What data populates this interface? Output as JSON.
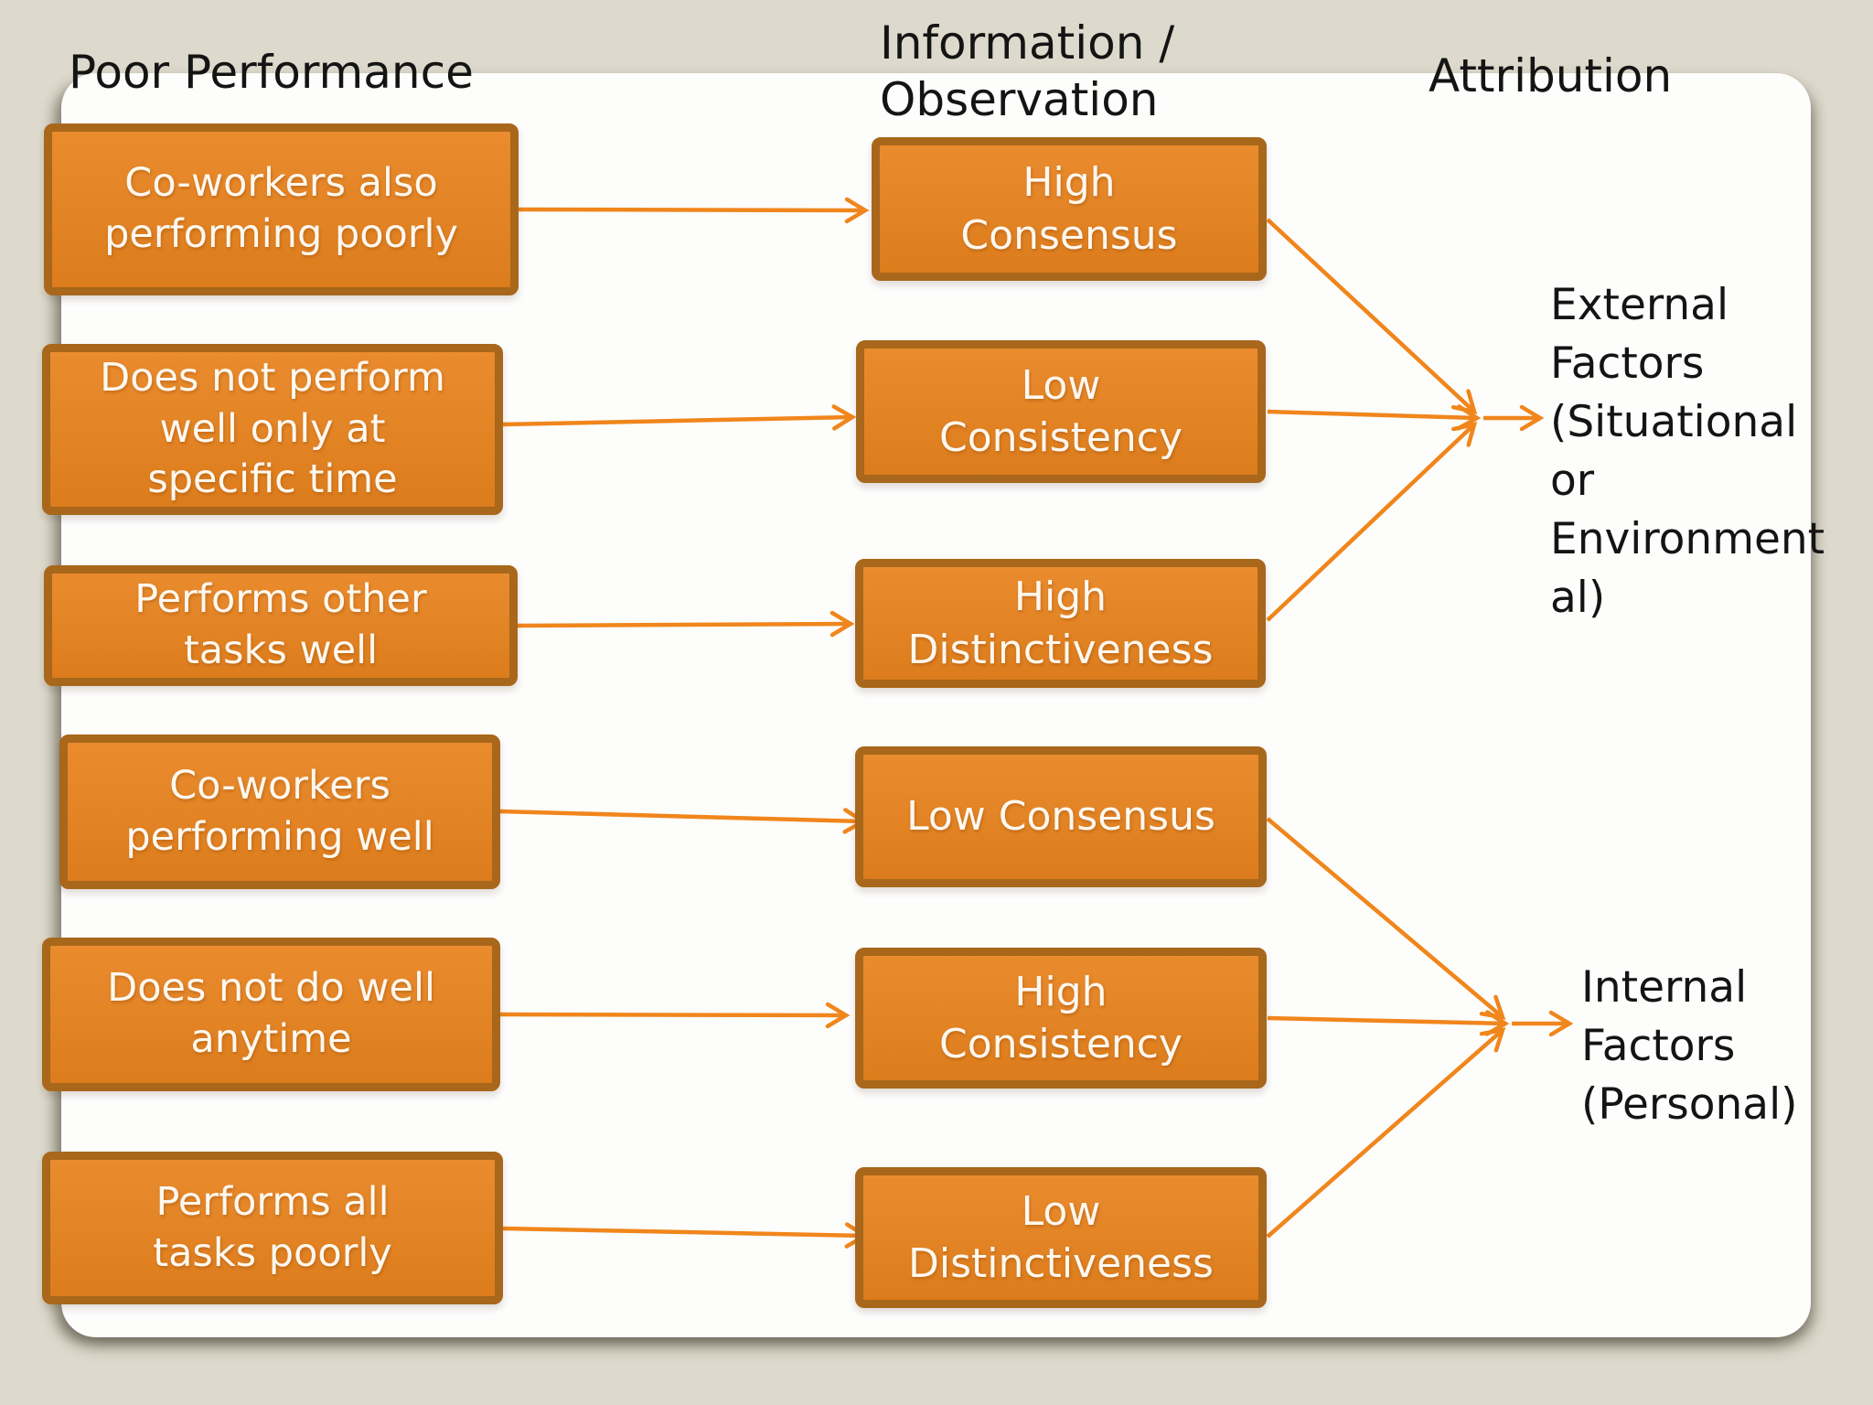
{
  "slide_title_columns": [
    {
      "header": "Poor Performance"
    },
    {
      "header": "Information / Observation",
      "header_lines": [
        "Information /",
        "Observation"
      ]
    },
    {
      "header": "Attribution"
    }
  ],
  "performance_boxes": [
    {
      "label": "Co-workers also performing poorly",
      "lines": [
        "Co-workers also",
        "performing poorly"
      ]
    },
    {
      "label": "Does not perform well only at specific time",
      "lines": [
        "Does not perform",
        "well only at",
        "specific time"
      ]
    },
    {
      "label": "Performs other tasks well",
      "lines": [
        "Performs other",
        "tasks well"
      ]
    },
    {
      "label": "Co-workers performing well",
      "lines": [
        "Co-workers",
        "performing well"
      ]
    },
    {
      "label": "Does not do well anytime",
      "lines": [
        "Does not do well",
        "anytime"
      ]
    },
    {
      "label": "Performs all tasks poorly",
      "lines": [
        "Performs all",
        "tasks poorly"
      ]
    }
  ],
  "information_boxes": [
    {
      "label": "High Consensus",
      "lines": [
        "High",
        "Consensus"
      ]
    },
    {
      "label": "Low Consistency",
      "lines": [
        "Low",
        "Consistency"
      ]
    },
    {
      "label": "High Distinctiveness",
      "lines": [
        "High",
        "Distinctiveness"
      ]
    },
    {
      "label": "Low Consensus",
      "lines": [
        "Low Consensus"
      ]
    },
    {
      "label": "High Consistency",
      "lines": [
        "High",
        "Consistency"
      ]
    },
    {
      "label": "Low Distinctiveness",
      "lines": [
        "Low",
        "Distinctiveness"
      ]
    }
  ],
  "attributions": [
    {
      "label": "External Factors (Situational or Environmental)",
      "lines": [
        "External",
        "Factors",
        "(Situational",
        "or",
        "Environment",
        "al)"
      ]
    },
    {
      "label": "Internal Factors (Personal)",
      "lines": [
        "Internal",
        "Factors",
        "(Personal)"
      ]
    }
  ],
  "connections": [
    {
      "from": "Co-workers also performing poorly",
      "to": "High Consensus"
    },
    {
      "from": "Does not perform well only at specific time",
      "to": "Low Consistency"
    },
    {
      "from": "Performs other tasks well",
      "to": "High Distinctiveness"
    },
    {
      "from": "Co-workers performing well",
      "to": "Low Consensus"
    },
    {
      "from": "Does not do well anytime",
      "to": "High Consistency"
    },
    {
      "from": "Performs all tasks poorly",
      "to": "Low Distinctiveness"
    },
    {
      "from": "High Consensus",
      "to": "External Factors (Situational or Environmental)"
    },
    {
      "from": "Low Consistency",
      "to": "External Factors (Situational or Environmental)"
    },
    {
      "from": "High Distinctiveness",
      "to": "External Factors (Situational or Environmental)"
    },
    {
      "from": "Low Consensus",
      "to": "Internal Factors (Personal)"
    },
    {
      "from": "High Consistency",
      "to": "Internal Factors (Personal)"
    },
    {
      "from": "Low Distinctiveness",
      "to": "Internal Factors (Personal)"
    }
  ],
  "colors": {
    "background": "#DDD9CC",
    "card": "#FDFDFC",
    "box_fill": "#E8831E",
    "box_border": "#A8671B",
    "arrow": "#F0861C",
    "box_text": "#FDF8F0",
    "heading_text": "#141414"
  }
}
